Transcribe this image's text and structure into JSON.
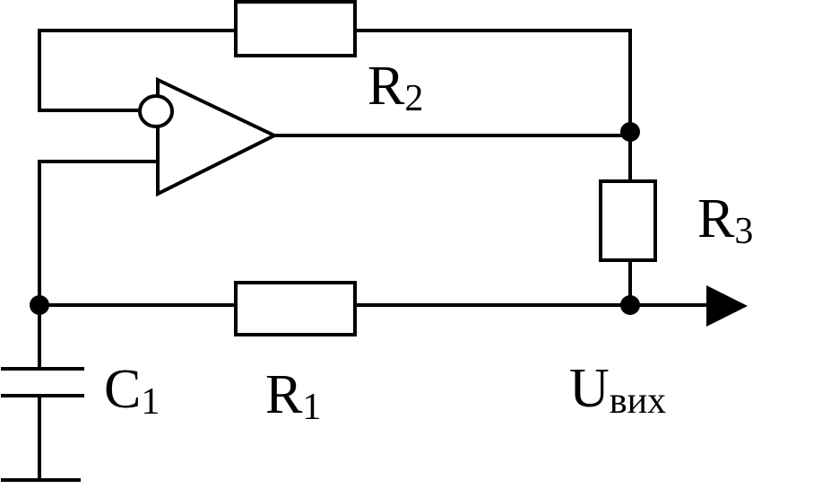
{
  "labels": {
    "r2": {
      "letter": "R",
      "sub": "2"
    },
    "r3": {
      "letter": "R",
      "sub": "3"
    },
    "c1": {
      "letter": "C",
      "sub": "1"
    },
    "r1": {
      "letter": "R",
      "sub": "1"
    },
    "uout": {
      "letter": "U",
      "sub": "вих"
    }
  }
}
